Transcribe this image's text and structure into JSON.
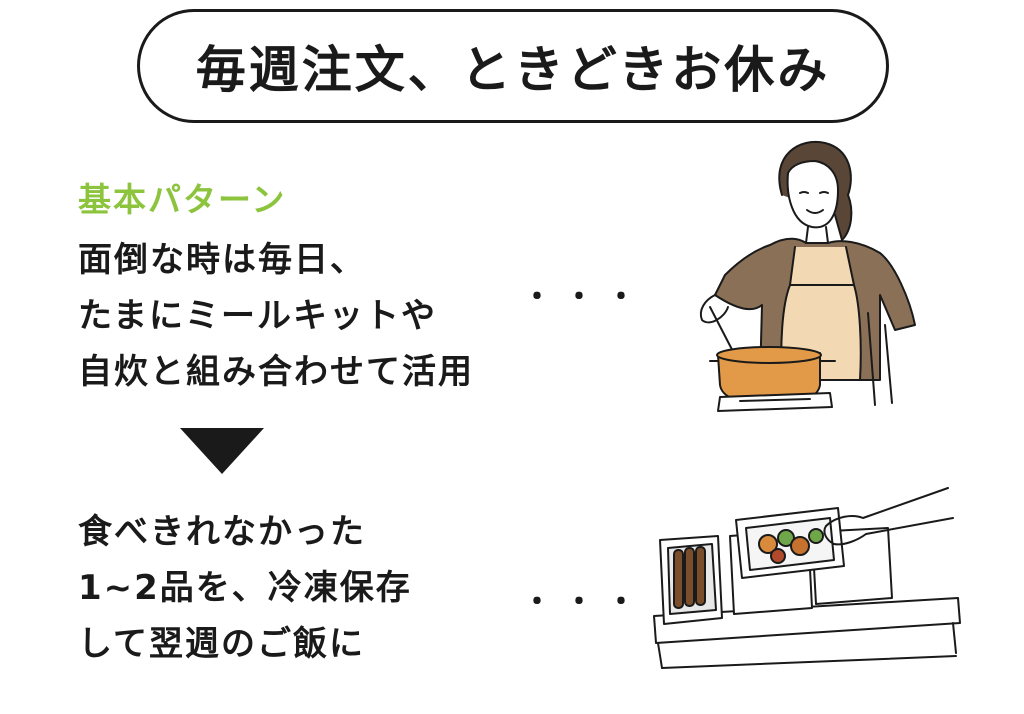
{
  "title": "毎週注文、ときどきお休み",
  "section_label": "基本パターン",
  "block1": {
    "lines": [
      "面倒な時は毎日、",
      "たまにミールキットや",
      "自炊と組み合わせて活用"
    ]
  },
  "block2": {
    "lines": [
      "食べきれなかった",
      "1~2品を、冷凍保存",
      "して翌週のご飯に"
    ]
  },
  "ellipsis": "・・・",
  "colors": {
    "accent_green": "#8cc43e",
    "text": "#1a1a1a",
    "apron": "#f2d9b3",
    "shirt": "#8a7056",
    "pot": "#e39a48"
  },
  "icons": [
    "woman-cooking-illustration",
    "down-triangle-arrow",
    "frozen-meal-containers-illustration"
  ]
}
